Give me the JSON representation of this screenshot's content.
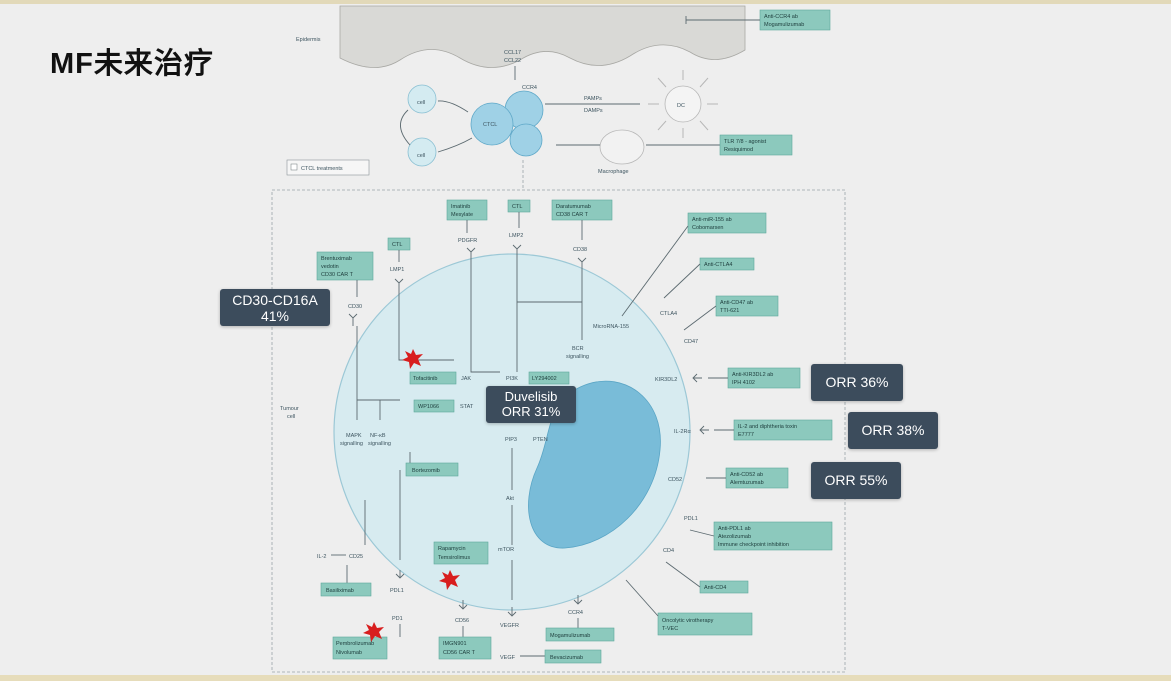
{
  "slide": {
    "title": "MF未来治疗"
  },
  "diagram": {
    "epidermis": "Epidermis",
    "ccl17": "CCL17",
    "ccl22": "CCL22",
    "ccr4_top": "CCR4",
    "pamps": "PAMPs",
    "damps": "DAMPs",
    "dc": "DC",
    "ctcl": "CTCL",
    "cell": "cell",
    "macrophage": "Macrophage",
    "legend": "CTCL treatments",
    "tumour_cell_1": "Tumour",
    "tumour_cell_2": "cell",
    "lmp1": "LMP1",
    "lmp2": "LMP2",
    "pdgfr": "PDGFR",
    "cd38": "CD38",
    "cd30": "CD30",
    "jak": "JAK",
    "stat": "STAT",
    "pi3k": "PI3K",
    "mapk_1": "MAPK",
    "mapk_2": "signalling",
    "nfkb_1": "NF-κB",
    "nfkb_2": "signalling",
    "bcr_1": "BCR",
    "bcr_2": "signalling",
    "microrna": "MicroRNA-155",
    "ctla4": "CTLA4",
    "cd47": "CD47",
    "kir3dl2": "KIR3DL2",
    "il2ra": "IL-2Rα",
    "cd52": "CD52",
    "pdl1": "PDL1",
    "cd4": "CD4",
    "pip3": "PIP3",
    "pten": "PTEN",
    "akt": "Akt",
    "mtor": "mTOR",
    "il2": "IL-2",
    "cd25": "CD25",
    "pdl1_bottom": "PDL1",
    "pd1": "PD1",
    "cd56": "CD56",
    "vegfr": "VEGFR",
    "ccr4_bottom": "CCR4",
    "vegf": "VEGF",
    "t_anti_ccr4_1": "Anti-CCR4 ab",
    "t_anti_ccr4_2": "Mogamulizumab",
    "t_tlr_1": "TLR 7/8 - agonist",
    "t_tlr_2": "Resiquimod",
    "t_imatinib_1": "Imatinib",
    "t_imatinib_2": "Mesylate",
    "t_ctl_top": "CTL",
    "t_dara_1": "Daratumumab",
    "t_dara_2": "CD38 CAR T",
    "t_antimir_1": "Anti-miR-155 ab",
    "t_antimir_2": "Cobomarsen",
    "t_ctla4": "Anti-CTLA4",
    "t_cd47_1": "Anti-CD47 ab",
    "t_cd47_2": "TTI-621",
    "t_ctl_left": "CTL",
    "t_brent_1": "Brentuximab",
    "t_brent_2": "vedotin",
    "t_brent_3": "CD30 CAR T",
    "t_kir_1": "Anti-KIR3DL2 ab",
    "t_kir_2": "IPH 4102",
    "t_il2_1": "IL-2 and diphtheria toxin",
    "t_il2_2": "E7777",
    "t_cd52_1": "Anti-CD52 ab",
    "t_cd52_2": "Alemtuzumab",
    "t_pdl1_1": "Anti-PDL1 ab",
    "t_pdl1_2": "Atezolizumab",
    "t_pdl1_3": "Immune checkpoint inhibition",
    "t_cd4": "Anti-CD4",
    "t_onco_1": "Oncolytic virotherapy",
    "t_onco_2": "T-VEC",
    "t_tofa": "Tofacitinib",
    "t_ly": "LY294002",
    "t_wp": "WP1066",
    "t_bort": "Bortezomib",
    "t_rapa_1": "Rapamycin",
    "t_rapa_2": "Temsirolimus",
    "t_basi": "Basiliximab",
    "t_pembro_1": "Pembrolizumab",
    "t_pembro_2": "Nivolumab",
    "t_cd56_1": "IMGN901",
    "t_cd56_2": "CD56 CAR T",
    "t_moga": "Mogamulizumab",
    "t_beva": "Bevacizumab"
  },
  "callouts": {
    "cd30": {
      "line1": "CD30-CD16A",
      "line2": "41%"
    },
    "duvelisib": {
      "line1": "Duvelisib",
      "line2": "ORR 31%"
    },
    "orr1": "ORR 36%",
    "orr2": "ORR 38%",
    "orr3": "ORR 55%"
  },
  "colors": {
    "background": "#eeeeee",
    "cell_fill": "#d7ebf0",
    "nucleus": "#79bcd8",
    "label_box": "#8cc9bd",
    "callout": "#3c4c5c",
    "star": "#d81e1e"
  }
}
